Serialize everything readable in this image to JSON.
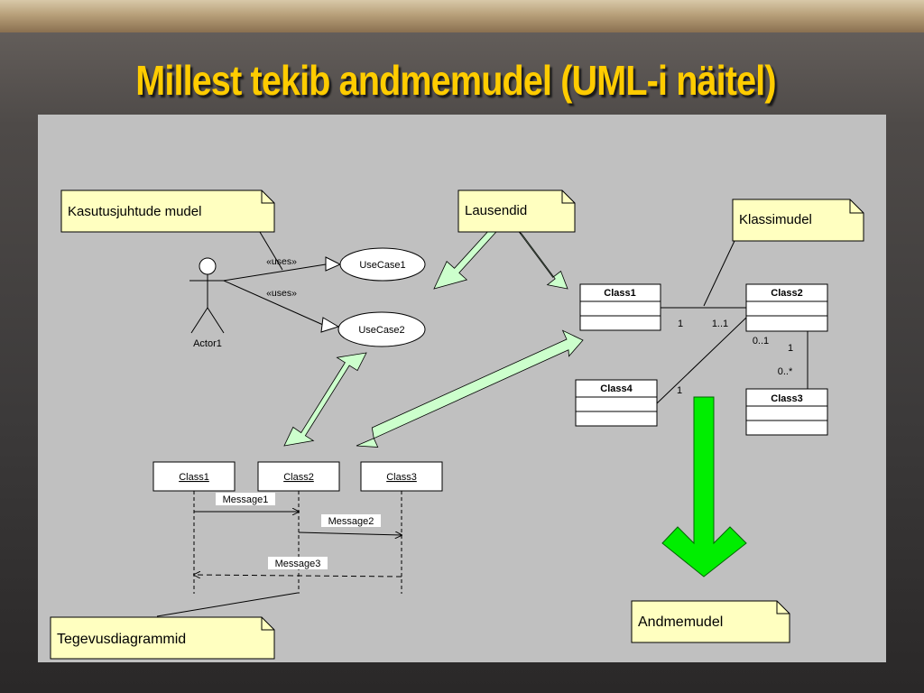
{
  "slide": {
    "title": "Millest tekib andmemudel (UML-i näitel)"
  },
  "notes": {
    "usecase_model": "Kasutusjuhtude mudel",
    "statements": "Lausendid",
    "class_model": "Klassimudel",
    "activity_diagrams": "Tegevusdiagrammid",
    "data_model": "Andmemudel"
  },
  "usecase_diagram": {
    "actor": "Actor1",
    "usecases": [
      "UseCase1",
      "UseCase2"
    ],
    "stereotype": "«uses»"
  },
  "class_diagram": {
    "classes": [
      "Class1",
      "Class2",
      "Class3",
      "Class4"
    ],
    "multiplicities": {
      "c1_c2_left": "1",
      "c1_c2_right": "1..1",
      "c2_c3_top": "0..1",
      "c2_c3_mid": "1",
      "c2_c3_bottom": "0..*",
      "c4_c2": "1"
    }
  },
  "sequence_diagram": {
    "objects": [
      "Class1",
      "Class2",
      "Class3"
    ],
    "messages": [
      "Message1",
      "Message2",
      "Message3"
    ]
  },
  "colors": {
    "title": "#ffcc00",
    "note_fill": "#ffffc0",
    "panel": "#c0c0c0",
    "pale_arrow": "#ccffcc",
    "green_arrow": "#00ee00"
  }
}
